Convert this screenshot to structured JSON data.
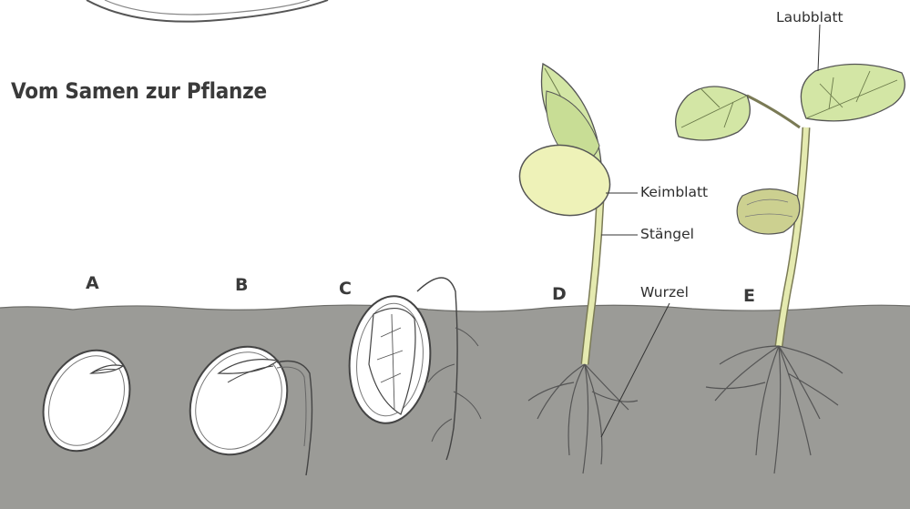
{
  "title": "Vom Samen zur Pflanze",
  "stages": {
    "a": "A",
    "b": "B",
    "c": "C",
    "d": "D",
    "e": "E"
  },
  "labels": {
    "laubblatt": "Laubblatt",
    "keimblatt": "Keimblatt",
    "staengel": "Stängel",
    "wurzel": "Wurzel"
  },
  "colors": {
    "soil": "#9b9b97",
    "seed_fill": "#ffffff",
    "cotyledon": "#eef2b8",
    "leaf": "#d3e6a5",
    "stem": "#e5eab0"
  }
}
